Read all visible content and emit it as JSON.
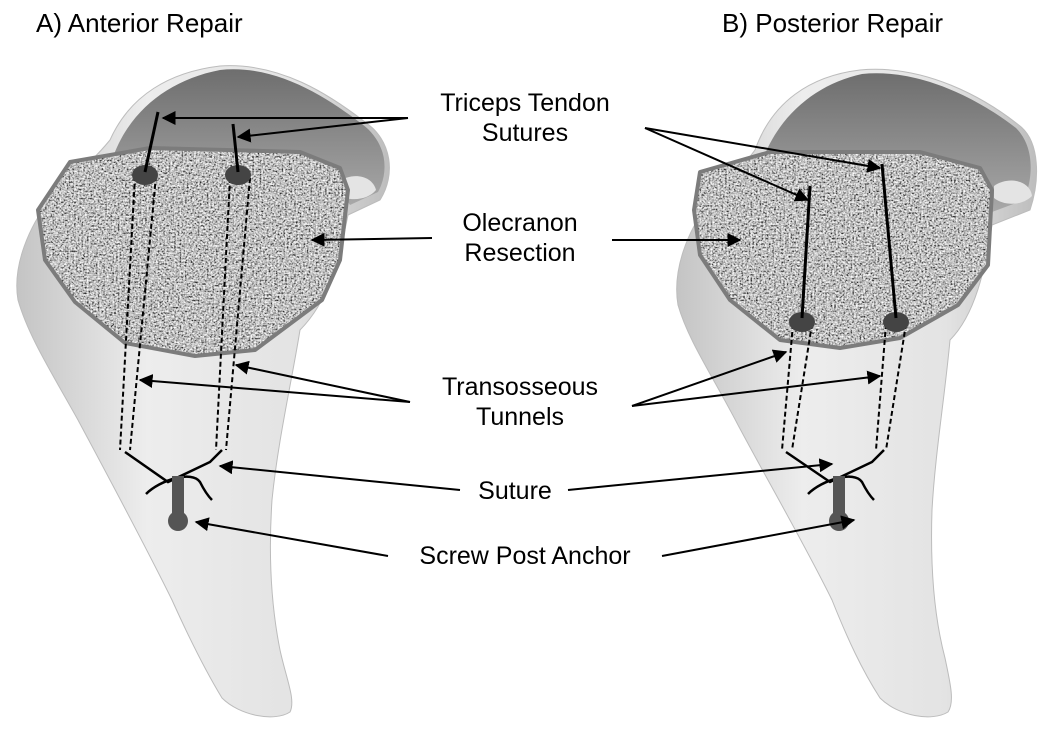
{
  "panels": {
    "anterior": {
      "title": "A) Anterior Repair"
    },
    "posterior": {
      "title": "B) Posterior Repair"
    }
  },
  "labels": {
    "triceps_tendon_sutures": {
      "line1": "Triceps Tendon",
      "line2": "Sutures"
    },
    "olecranon_resection": {
      "line1": "Olecranon",
      "line2": "Resection"
    },
    "transosseous_tunnels": {
      "line1": "Transosseous",
      "line2": "Tunnels"
    },
    "suture": "Suture",
    "screw_post_anchor": "Screw Post Anchor"
  },
  "colors": {
    "bone_fill": "#e9e9e9",
    "bone_shadow": "#c9c9c9",
    "bone_top": "#8a8a8a",
    "resection_fill": "#9d9d9d",
    "resection_border": "#7c7c7c",
    "anchor": "#555555",
    "line": "#000000"
  }
}
